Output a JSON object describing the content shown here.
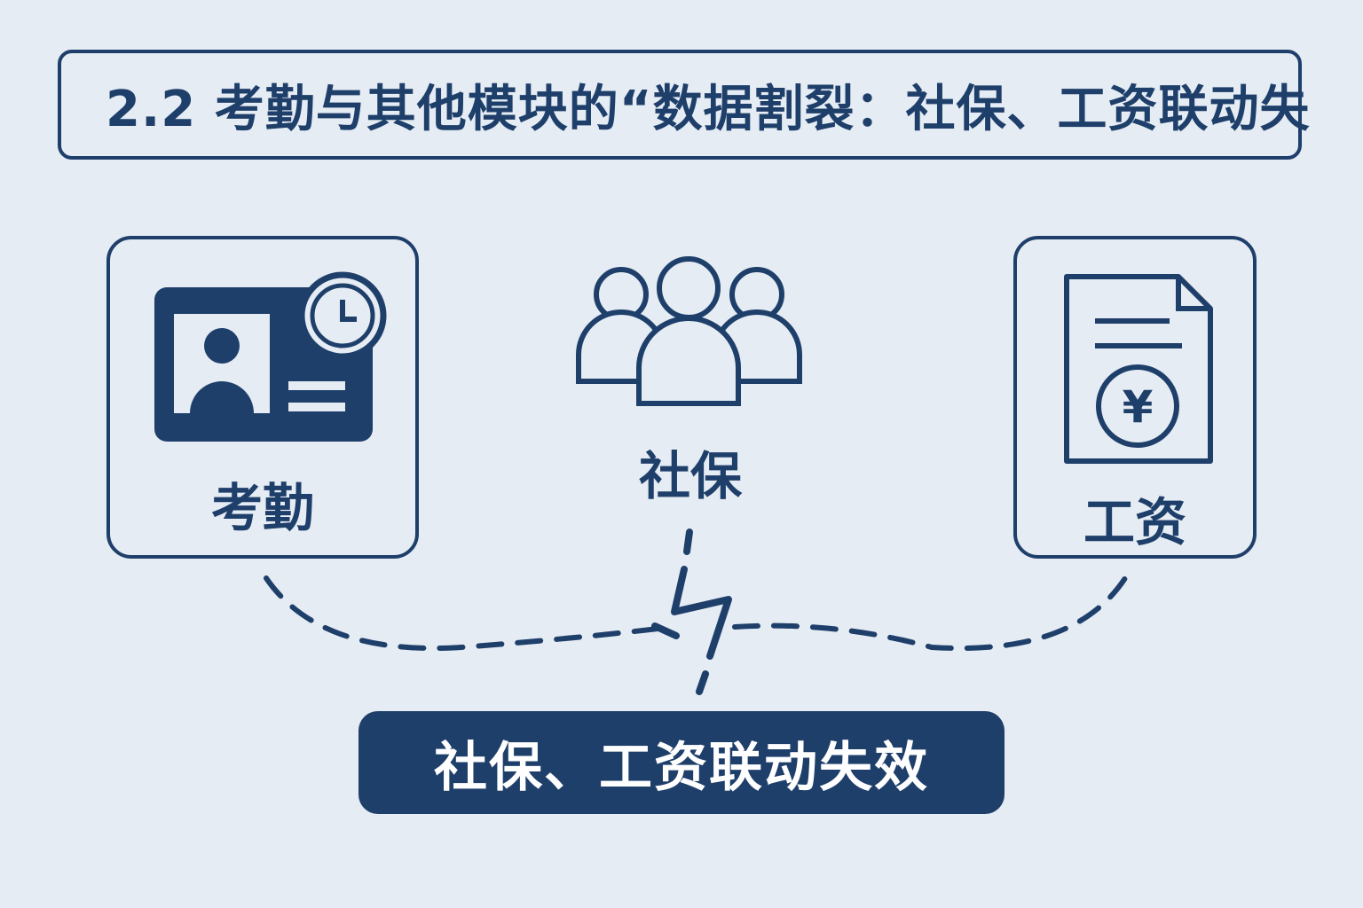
{
  "title": "2.2  考勤与其他模块的“数据割裂：社保、工资联动失",
  "modules": {
    "attendance": {
      "label": "考勤",
      "icon": "id-card-clock-icon"
    },
    "social_security": {
      "label": "社保",
      "icon": "people-group-icon"
    },
    "salary": {
      "label": "工资",
      "icon": "yen-document-icon"
    }
  },
  "banner": "社保、工资联动失效",
  "colors": {
    "primary": "#1f3f6b",
    "background": "#e5ecf3"
  }
}
